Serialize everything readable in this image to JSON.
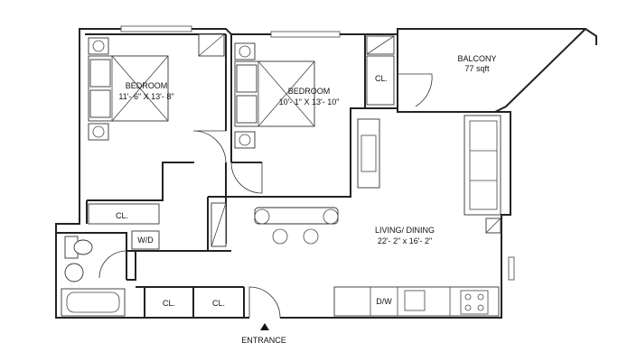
{
  "rooms": {
    "bedroom1": {
      "name": "BEDROOM",
      "dims": "11'- 6\" X 13'- 8\""
    },
    "bedroom2": {
      "name": "BEDROOM",
      "dims": "10'- 1\" X 13'- 10\""
    },
    "balcony": {
      "name": "BALCONY",
      "dims": "77 sqft"
    },
    "living": {
      "name": "LIVING/ DINING",
      "dims": "22'- 2\" x 16'- 2\""
    }
  },
  "closets": {
    "cl_bedroom1": "CL.",
    "cl_bedroom2": "CL.",
    "cl_hall_1": "CL.",
    "cl_hall_2": "CL."
  },
  "fixtures": {
    "washer_dryer": "W/D",
    "dishwasher": "D/W"
  },
  "entrance": {
    "label": "ENTRANCE",
    "icon": "triangle-up-icon"
  }
}
